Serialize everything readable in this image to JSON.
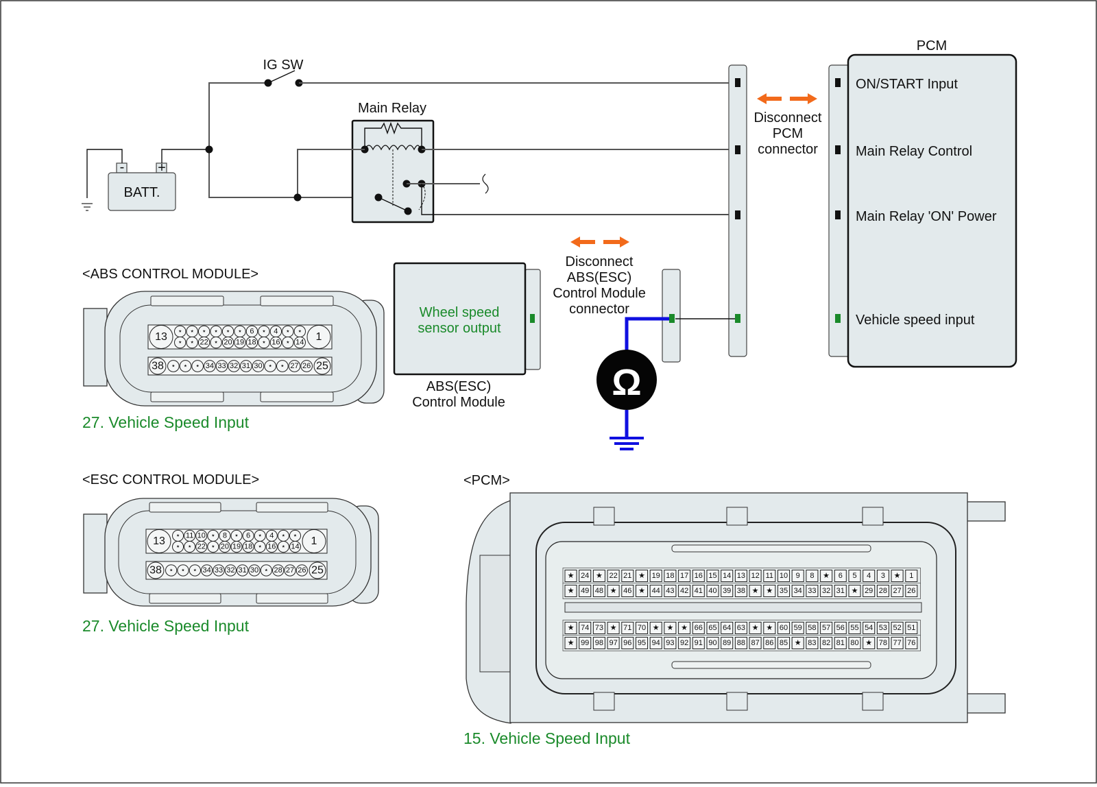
{
  "circuit": {
    "ig_switch_label": "IG SW",
    "main_relay_label": "Main Relay",
    "battery_label": "BATT.",
    "battery_neg": "-",
    "battery_pos": "+",
    "pcm_title": "PCM",
    "pcm_terminals": [
      {
        "label": "ON/START Input",
        "color": "#111111"
      },
      {
        "label": "Main Relay Control",
        "color": "#111111"
      },
      {
        "label": "Main Relay 'ON' Power",
        "color": "#111111"
      },
      {
        "label": "Vehicle speed input",
        "color": "#1a8a2a"
      }
    ],
    "disconnect_pcm": [
      "Disconnect",
      "PCM",
      "connector"
    ],
    "disconnect_abs": [
      "Disconnect",
      "ABS(ESC)",
      "Control Module",
      "connector"
    ],
    "abs_module_inner": [
      "Wheel speed",
      "sensor output"
    ],
    "abs_module_caption": [
      "ABS(ESC)",
      "Control Module"
    ],
    "ohmmeter_symbol": "Ω",
    "colors": {
      "green": "#1a8a2a",
      "orange_arrow": "#f26a1b",
      "probe_wire": "#1010e0",
      "highlight_pin": "#9fcbd8",
      "panel_fill": "#e3eaec"
    }
  },
  "abs_connector": {
    "title": "<ABS CONTROL MODULE>",
    "caption": "27. Vehicle Speed Input",
    "big_top_left": "13",
    "big_top_right": "1",
    "row1": [
      "*",
      "*",
      "*",
      "*",
      "*",
      "*",
      "6",
      "*",
      "4",
      "*",
      "*"
    ],
    "row2": [
      "*",
      "*",
      "22",
      "*",
      "20",
      "19",
      "18",
      "*",
      "16",
      "*",
      "14"
    ],
    "big_bottom_left": "38",
    "big_bottom_right": "25",
    "row3": [
      "*",
      "*",
      "*",
      "34",
      "33",
      "32",
      "31",
      "30",
      "*",
      "*",
      "27",
      "26"
    ],
    "highlight": "27"
  },
  "esc_connector": {
    "title": "<ESC CONTROL MODULE>",
    "caption": "27. Vehicle Speed Input",
    "big_top_left": "13",
    "big_top_right": "1",
    "row1": [
      "*",
      "11",
      "10",
      "*",
      "8",
      "*",
      "6",
      "*",
      "4",
      "*",
      "*"
    ],
    "row2": [
      "*",
      "*",
      "22",
      "*",
      "20",
      "19",
      "18",
      "*",
      "16",
      "*",
      "14"
    ],
    "big_bottom_left": "38",
    "big_bottom_right": "25",
    "row3": [
      "*",
      "*",
      "*",
      "34",
      "33",
      "32",
      "31",
      "30",
      "*",
      "28",
      "27",
      "26"
    ],
    "highlight": "27"
  },
  "pcm_connector": {
    "title": "<PCM>",
    "caption": "15. Vehicle Speed Input",
    "highlight": "15",
    "rows": [
      [
        "★",
        "24",
        "★",
        "22",
        "21",
        "★",
        "19",
        "18",
        "17",
        "16",
        "15",
        "14",
        "13",
        "12",
        "11",
        "10",
        "9",
        "8",
        "★",
        "6",
        "5",
        "4",
        "3",
        "★",
        "1"
      ],
      [
        "★",
        "49",
        "48",
        "★",
        "46",
        "★",
        "44",
        "43",
        "42",
        "41",
        "40",
        "39",
        "38",
        "★",
        "★",
        "35",
        "34",
        "33",
        "32",
        "31",
        "★",
        "29",
        "28",
        "27",
        "26"
      ],
      [
        "★",
        "74",
        "73",
        "★",
        "71",
        "70",
        "★",
        "★",
        "★",
        "66",
        "65",
        "64",
        "63",
        "★",
        "★",
        "60",
        "59",
        "58",
        "57",
        "56",
        "55",
        "54",
        "53",
        "52",
        "51"
      ],
      [
        "★",
        "99",
        "98",
        "97",
        "96",
        "95",
        "94",
        "93",
        "92",
        "91",
        "90",
        "89",
        "88",
        "87",
        "86",
        "85",
        "★",
        "83",
        "82",
        "81",
        "80",
        "★",
        "78",
        "77",
        "76"
      ]
    ]
  }
}
